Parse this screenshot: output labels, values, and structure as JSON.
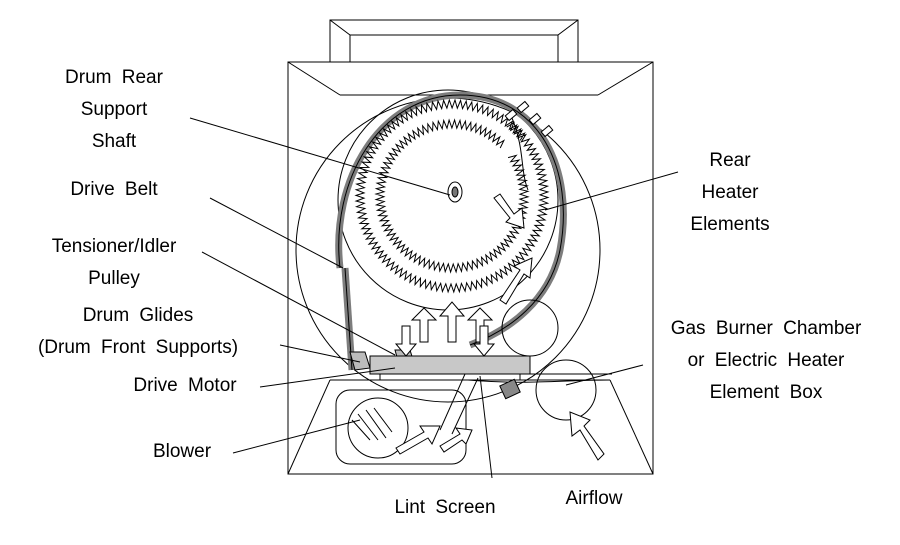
{
  "labels": {
    "drum_rear_support_shaft": [
      "Drum Rear",
      "Support",
      "Shaft"
    ],
    "drive_belt": "Drive Belt",
    "tensioner_idler_pulley": [
      "Tensioner/Idler",
      "Pulley"
    ],
    "drum_glides": [
      "Drum Glides",
      "(Drum Front Supports)"
    ],
    "drive_motor": "Drive Motor",
    "blower": "Blower",
    "lint_screen": "Lint Screen",
    "airflow": "Airflow",
    "rear_heater_elements": [
      "Rear",
      "Heater",
      "Elements"
    ],
    "gas_burner_chamber": [
      "Gas Burner Chamber",
      "or Electric Heater",
      "Element Box"
    ]
  },
  "colors": {
    "line": "#000000",
    "belt_fill": "#8a8a8a",
    "motor_fill": "#c8c8c8",
    "background": "#ffffff"
  }
}
